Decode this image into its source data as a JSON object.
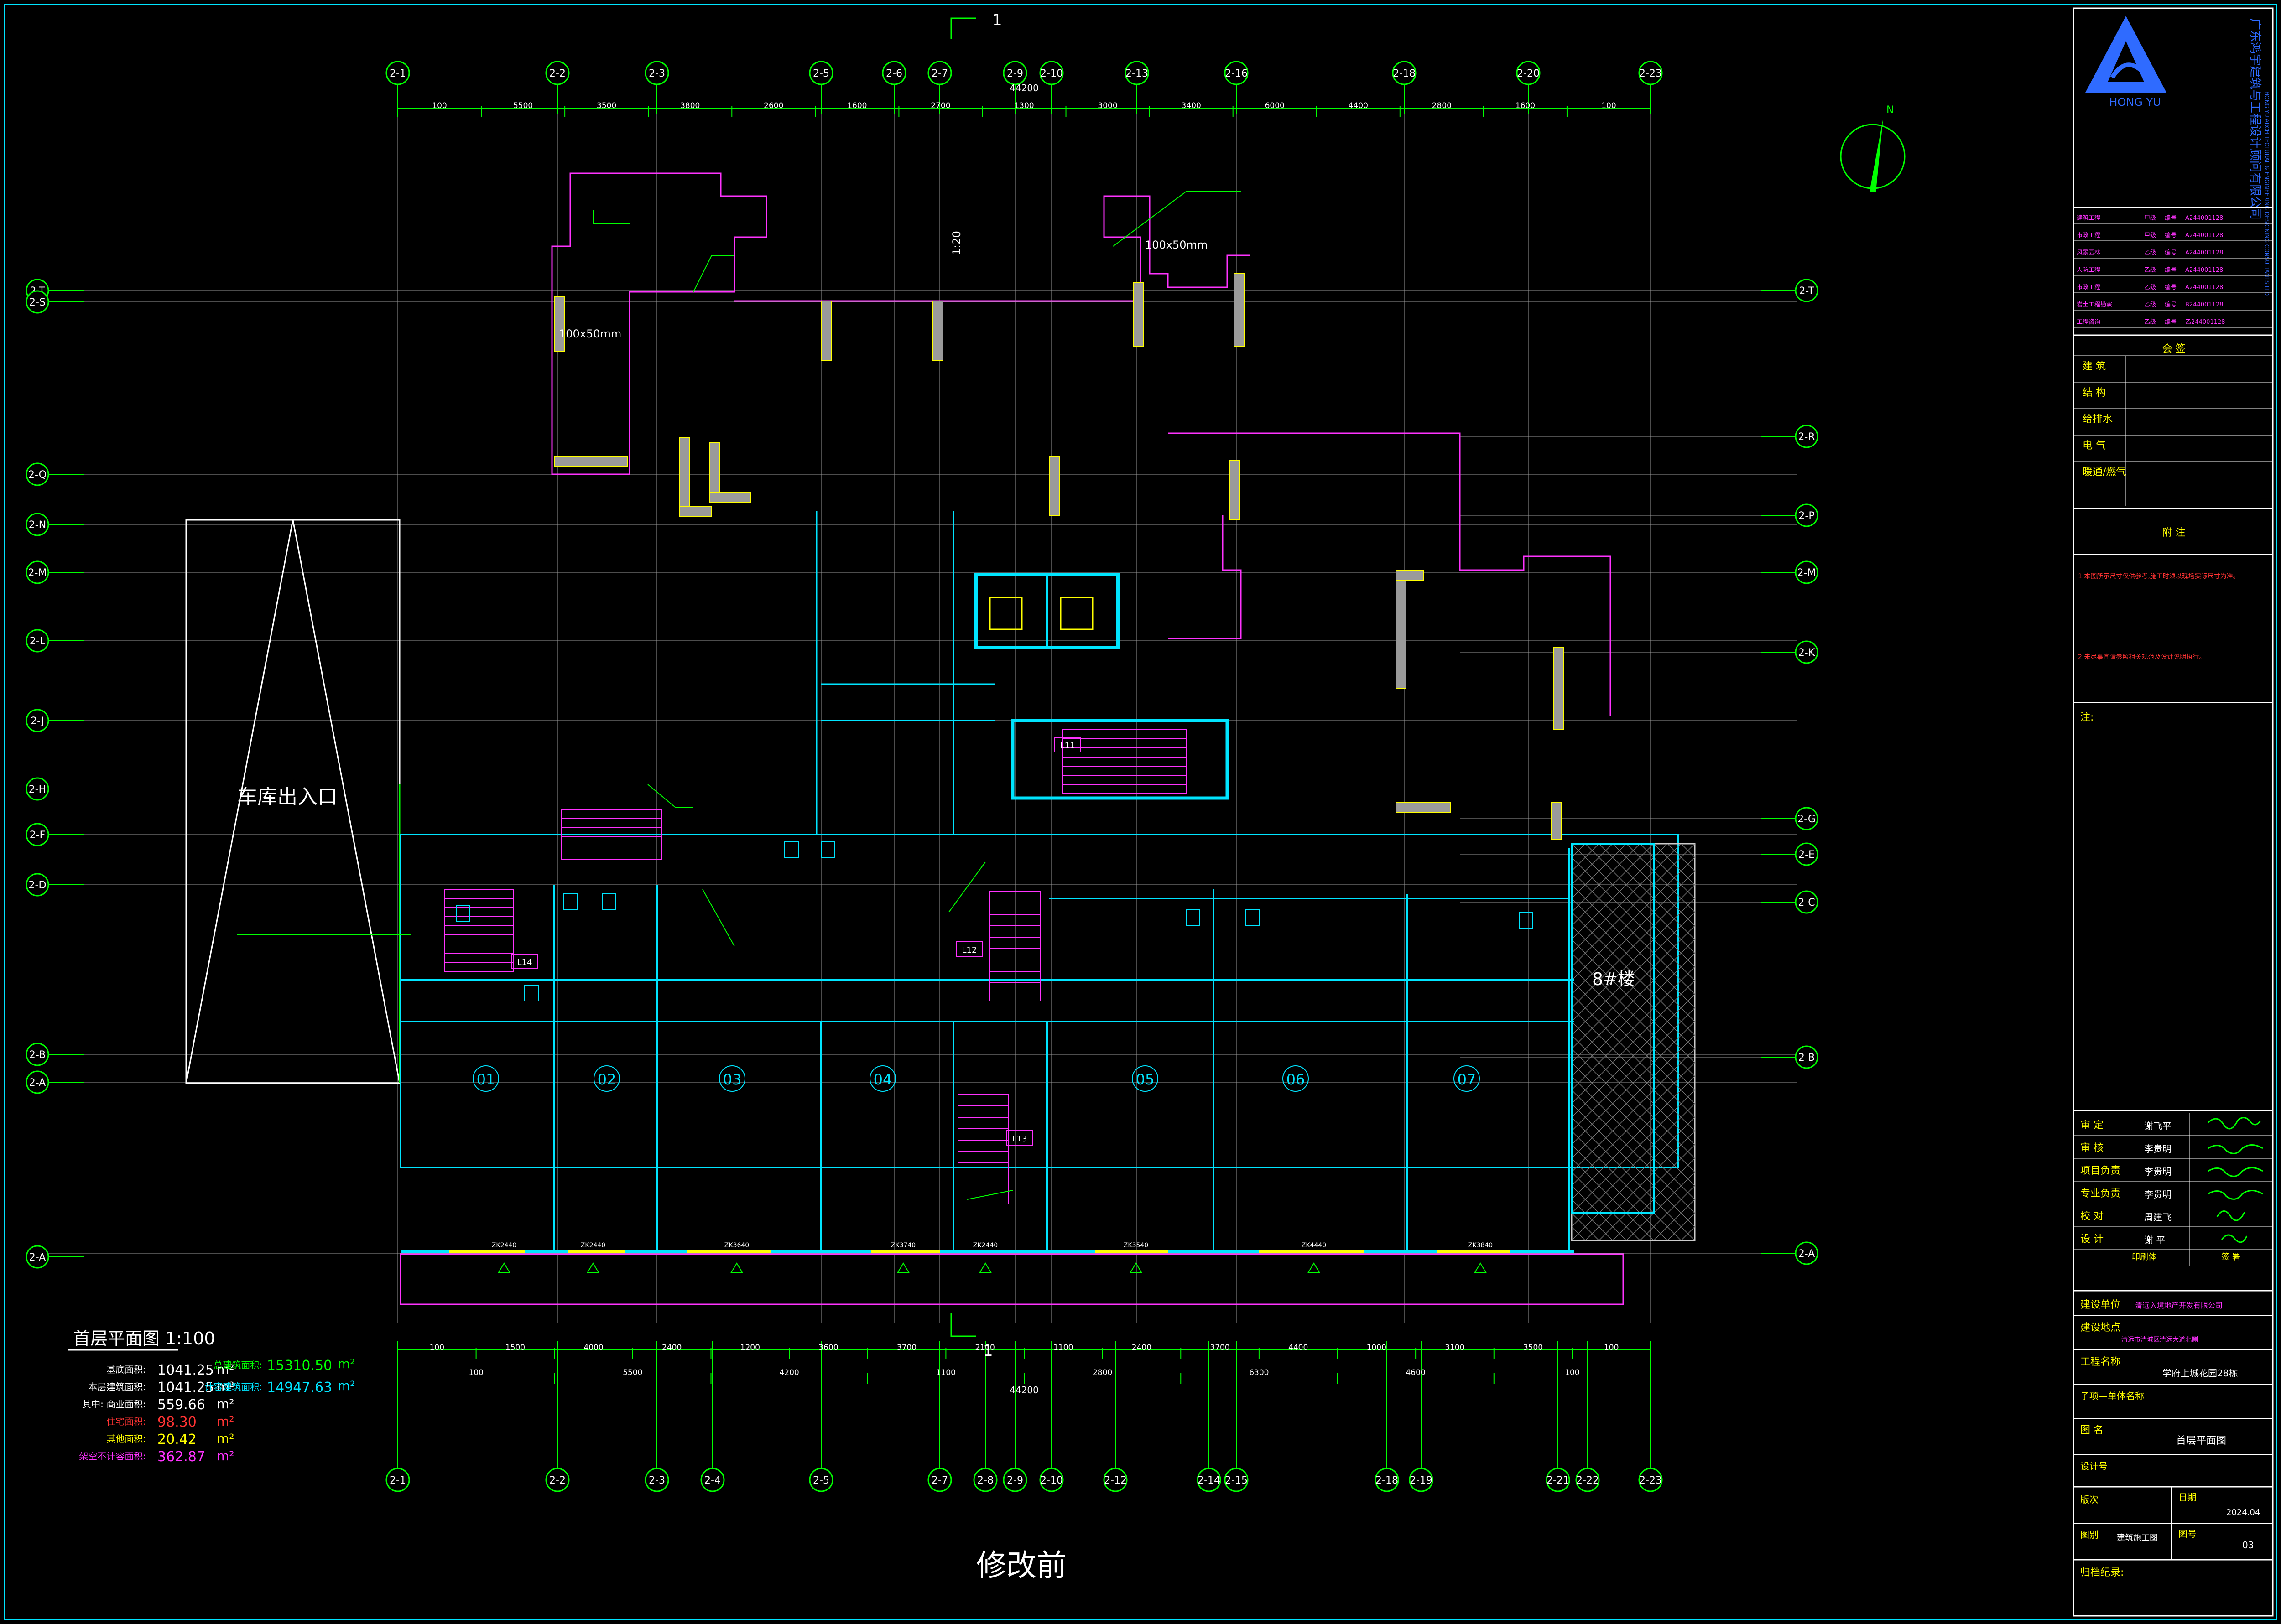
{
  "section_mark": "1",
  "north_label": "N",
  "axes_top": [
    "2-1",
    "2-2",
    "2-3",
    "2-5",
    "2-6",
    "2-7",
    "2-9",
    "2-10",
    "2-13",
    "2-16",
    "2-18",
    "2-20",
    "2-23"
  ],
  "axes_bottom": [
    "2-1",
    "2-2",
    "2-3",
    "2-4",
    "2-5",
    "2-7",
    "2-8",
    "2-9",
    "2-10",
    "2-12",
    "2-14",
    "2-15",
    "2-18",
    "2-19",
    "2-21",
    "2-22",
    "2-23"
  ],
  "axes_left": [
    "2-T",
    "2-S",
    "2-Q",
    "2-N",
    "2-M",
    "2-L",
    "2-J",
    "2-H",
    "2-F",
    "2-D",
    "2-B",
    "2-A",
    "2-A"
  ],
  "axes_right": [
    "2-T",
    "2-R",
    "2-P",
    "2-M",
    "2-K",
    "2-G",
    "2-E",
    "2-C",
    "2-B",
    "2-A"
  ],
  "dims_top": [
    "100",
    "5500",
    "3500",
    "3800",
    "2600",
    "1600",
    "2700",
    "1300",
    "3000",
    "3400",
    "6000",
    "4400",
    "2800",
    "1600",
    "100"
  ],
  "dims_top_total": "44200",
  "dims_bottom1": [
    "100",
    "1500",
    "4000",
    "2400",
    "1200",
    "3600",
    "3700",
    "2100",
    "1100",
    "2400",
    "3700",
    "4400",
    "1000",
    "3100",
    "3500",
    "100"
  ],
  "dims_bottom2": [
    "100",
    "5500",
    "4200",
    "1100",
    "2800",
    "6300",
    "4600",
    "100"
  ],
  "dims_bottom_total": "44200",
  "unit_labels": [
    "01",
    "02",
    "03",
    "04",
    "05",
    "06",
    "07"
  ],
  "elevator_labels": [
    "L11",
    "L12",
    "L13",
    "L14"
  ],
  "window_tags": [
    "ZK2440",
    "ZK2440",
    "ZK3640",
    "ZK3740",
    "ZK2440",
    "ZK3540",
    "ZK4440",
    "ZK3840"
  ],
  "top_notes": [
    "100x50mm",
    "1:20",
    "100x50mm"
  ],
  "garage_label": "车库出入口",
  "building_tag": "8#楼",
  "plan_title": "首层平面图 1:100",
  "area_stats": [
    {
      "label": "基底面积:",
      "value": "1041.25",
      "unit": "m²",
      "color": "#ffffff"
    },
    {
      "label": "本层建筑面积:",
      "value": "1041.25",
      "unit": "m²",
      "color": "#ffffff"
    },
    {
      "label": "其中:    商业面积:",
      "value": "559.66",
      "unit": "m²",
      "color": "#ffffff"
    },
    {
      "label": "住宅面积:",
      "value": "98.30",
      "unit": "m²",
      "color": "#ff3333"
    },
    {
      "label": "其他面积:",
      "value": "20.42",
      "unit": "m²",
      "color": "#ffff00"
    },
    {
      "label": "架空不计容面积:",
      "value": "362.87",
      "unit": "m²",
      "color": "#ff33ff"
    }
  ],
  "total_stats": [
    {
      "label": "总建筑面积:",
      "value": "15310.50",
      "unit": "m²",
      "color": "#00ff00"
    },
    {
      "label": "计容建筑面积:",
      "value": "14947.63",
      "unit": "m²",
      "color": "#00e5ff"
    }
  ],
  "caption": "修改前",
  "title_block": {
    "logo_text": "HONG YU",
    "company_cn": "广东鸿宇建筑与工程设计顾问有限公司",
    "company_en": "HONG YU ARCHITECTURAL & ENGINEERING DESIGNING CONSULTANTS LTD",
    "cert_rows": [
      [
        "建筑工程",
        "甲级",
        "编号",
        "A244001128"
      ],
      [
        "市政工程",
        "甲级",
        "编号",
        "A244001128"
      ],
      [
        "风景园林",
        "乙级",
        "编号",
        "A244001128"
      ],
      [
        "人防工程",
        "乙级",
        "编号",
        "A244001128"
      ],
      [
        "市政工程",
        "乙级",
        "编号",
        "A244001128"
      ],
      [
        "岩土工程勘察",
        "乙级",
        "编号",
        "B244001128"
      ],
      [
        "工程咨询",
        "乙级",
        "编号",
        "乙244001128"
      ]
    ],
    "cosign_title": "会 签",
    "cosign_rows": [
      "建 筑",
      "结 构",
      "给排水",
      "电 气",
      "暖通/燃气"
    ],
    "remarks_title": "附 注",
    "remarks_text": [
      "1.本图所示尺寸仅供参考,施工时须以现场实际尺寸为准。",
      "2.未尽事宜请参照相关规范及设计说明执行。"
    ],
    "notes_label": "注:",
    "role_rows": [
      {
        "role": "审 定",
        "name": "谢飞平"
      },
      {
        "role": "审 核",
        "name": "李贵明"
      },
      {
        "role": "项目负责",
        "name": "李贵明"
      },
      {
        "role": "专业负责",
        "name": "李贵明"
      },
      {
        "role": "校 对",
        "name": "周建飞"
      },
      {
        "role": "设 计",
        "name": "谢 平"
      }
    ],
    "print_label": "印刷体",
    "sign_label": "签 署",
    "client_label": "建设单位",
    "client_value": "清远入境地产开发有限公司",
    "site_label": "建设地点",
    "site_value": "清远市清城区清远大道北侧",
    "project_label": "工程名称",
    "project_value": "学府上城花园28栋",
    "subproject_label": "子项—单体名称",
    "drawing_label": "图 名",
    "drawing_value": "首层平面图",
    "design_no_label": "设计号",
    "version_label": "版次",
    "date_label": "日期",
    "date_value": "2024.04",
    "category_label": "图别",
    "category_value": "建筑施工图",
    "sheet_label": "图号",
    "sheet_value": "03",
    "archive_label": "归档纪录:"
  }
}
